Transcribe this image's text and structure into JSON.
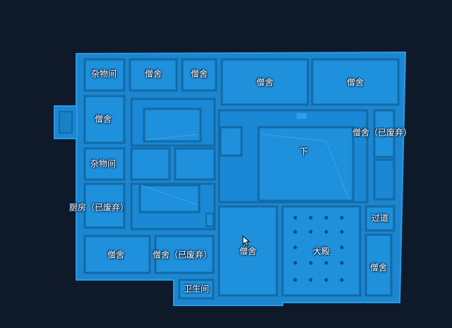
{
  "colors": {
    "background": "#0e1a2a",
    "wall": "#1c86d0",
    "wall_dark": "#126aa8",
    "floor": "#1e90dc",
    "label": "#ffffff"
  },
  "rooms": {
    "storage_top": "杂物间",
    "monk_1": "僧舍",
    "monk_2": "僧舍",
    "monk_3": "僧舍",
    "monk_4": "僧舍",
    "monk_left": "僧舍",
    "monk_right_abandoned": "僧舍（已废弃）",
    "storage_mid": "杂物间",
    "stairs_down": "下",
    "kitchen_abandoned": "厨房（已废弃）",
    "corridor": "过道",
    "monk_bottom_left": "僧舍",
    "monk_bottom_abandoned": "僧舍（已废弃）",
    "monk_center": "僧舍",
    "main_hall": "大殿",
    "monk_bottom_right": "僧舍",
    "bathroom": "卫生间"
  },
  "icons": {
    "cursor": "mouse-pointer-icon"
  }
}
